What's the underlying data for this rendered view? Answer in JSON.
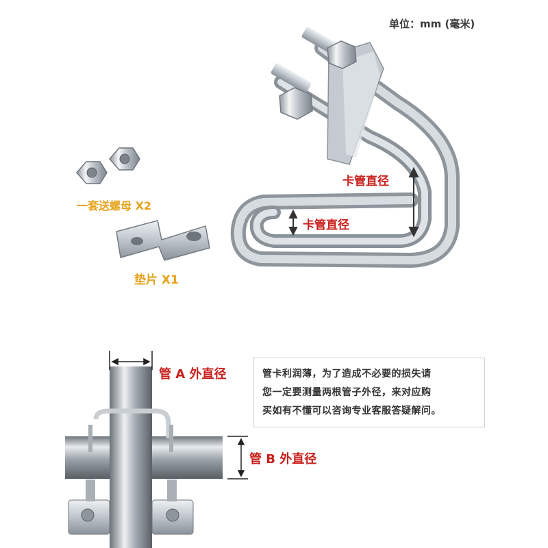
{
  "unit_label": "单位：mm (毫米)",
  "accessories": {
    "nuts_label": "一套送螺母 X2",
    "washer_label": "垫片 X1"
  },
  "ubolt": {
    "outer_dim_label": "卡管直径",
    "inner_dim_label": "卡管直径"
  },
  "pipes": {
    "pipe_a_label": "管 A 外直径",
    "pipe_b_label": "管 B 外直径"
  },
  "notice": {
    "line1": "管卡利润薄，为了造成不必要的损失请",
    "line2": "您一定要测量两根管子外径，来对应购",
    "line3": "买如有不懂可以咨询专业客服答疑解问。"
  },
  "colors": {
    "red_text": "#c8201c",
    "gold_text": "#e6a21a",
    "steel": "#b9c0c8"
  }
}
